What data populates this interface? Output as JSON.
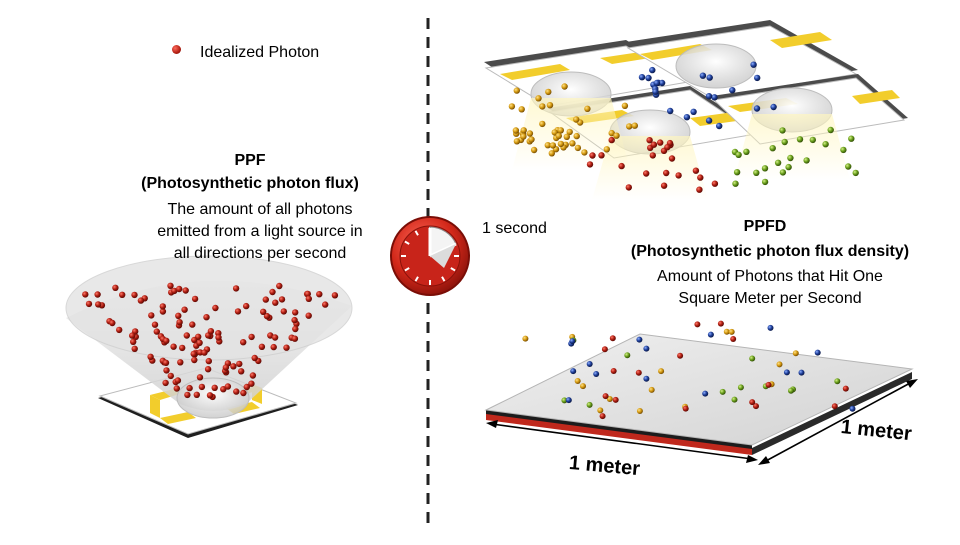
{
  "legend": {
    "label": "Idealized Photon",
    "colors": {
      "red": "#b01e12",
      "blue": "#1f3f9a",
      "yellow": "#d59a10",
      "green": "#6aa01c"
    }
  },
  "ppf": {
    "title": "PPF",
    "subtitle": "(Photosynthetic photon flux)",
    "description": "The amount of all photons emitted from a light source in all directions per second"
  },
  "timer": {
    "label": "1 second"
  },
  "ppfd": {
    "title": "PPFD",
    "subtitle": "(Photosynthetic photon flux density)",
    "description": "Amount of Photons that Hit One Square Meter per Second"
  },
  "dimensions": {
    "width_label": "1 meter",
    "depth_label": "1 meter"
  }
}
